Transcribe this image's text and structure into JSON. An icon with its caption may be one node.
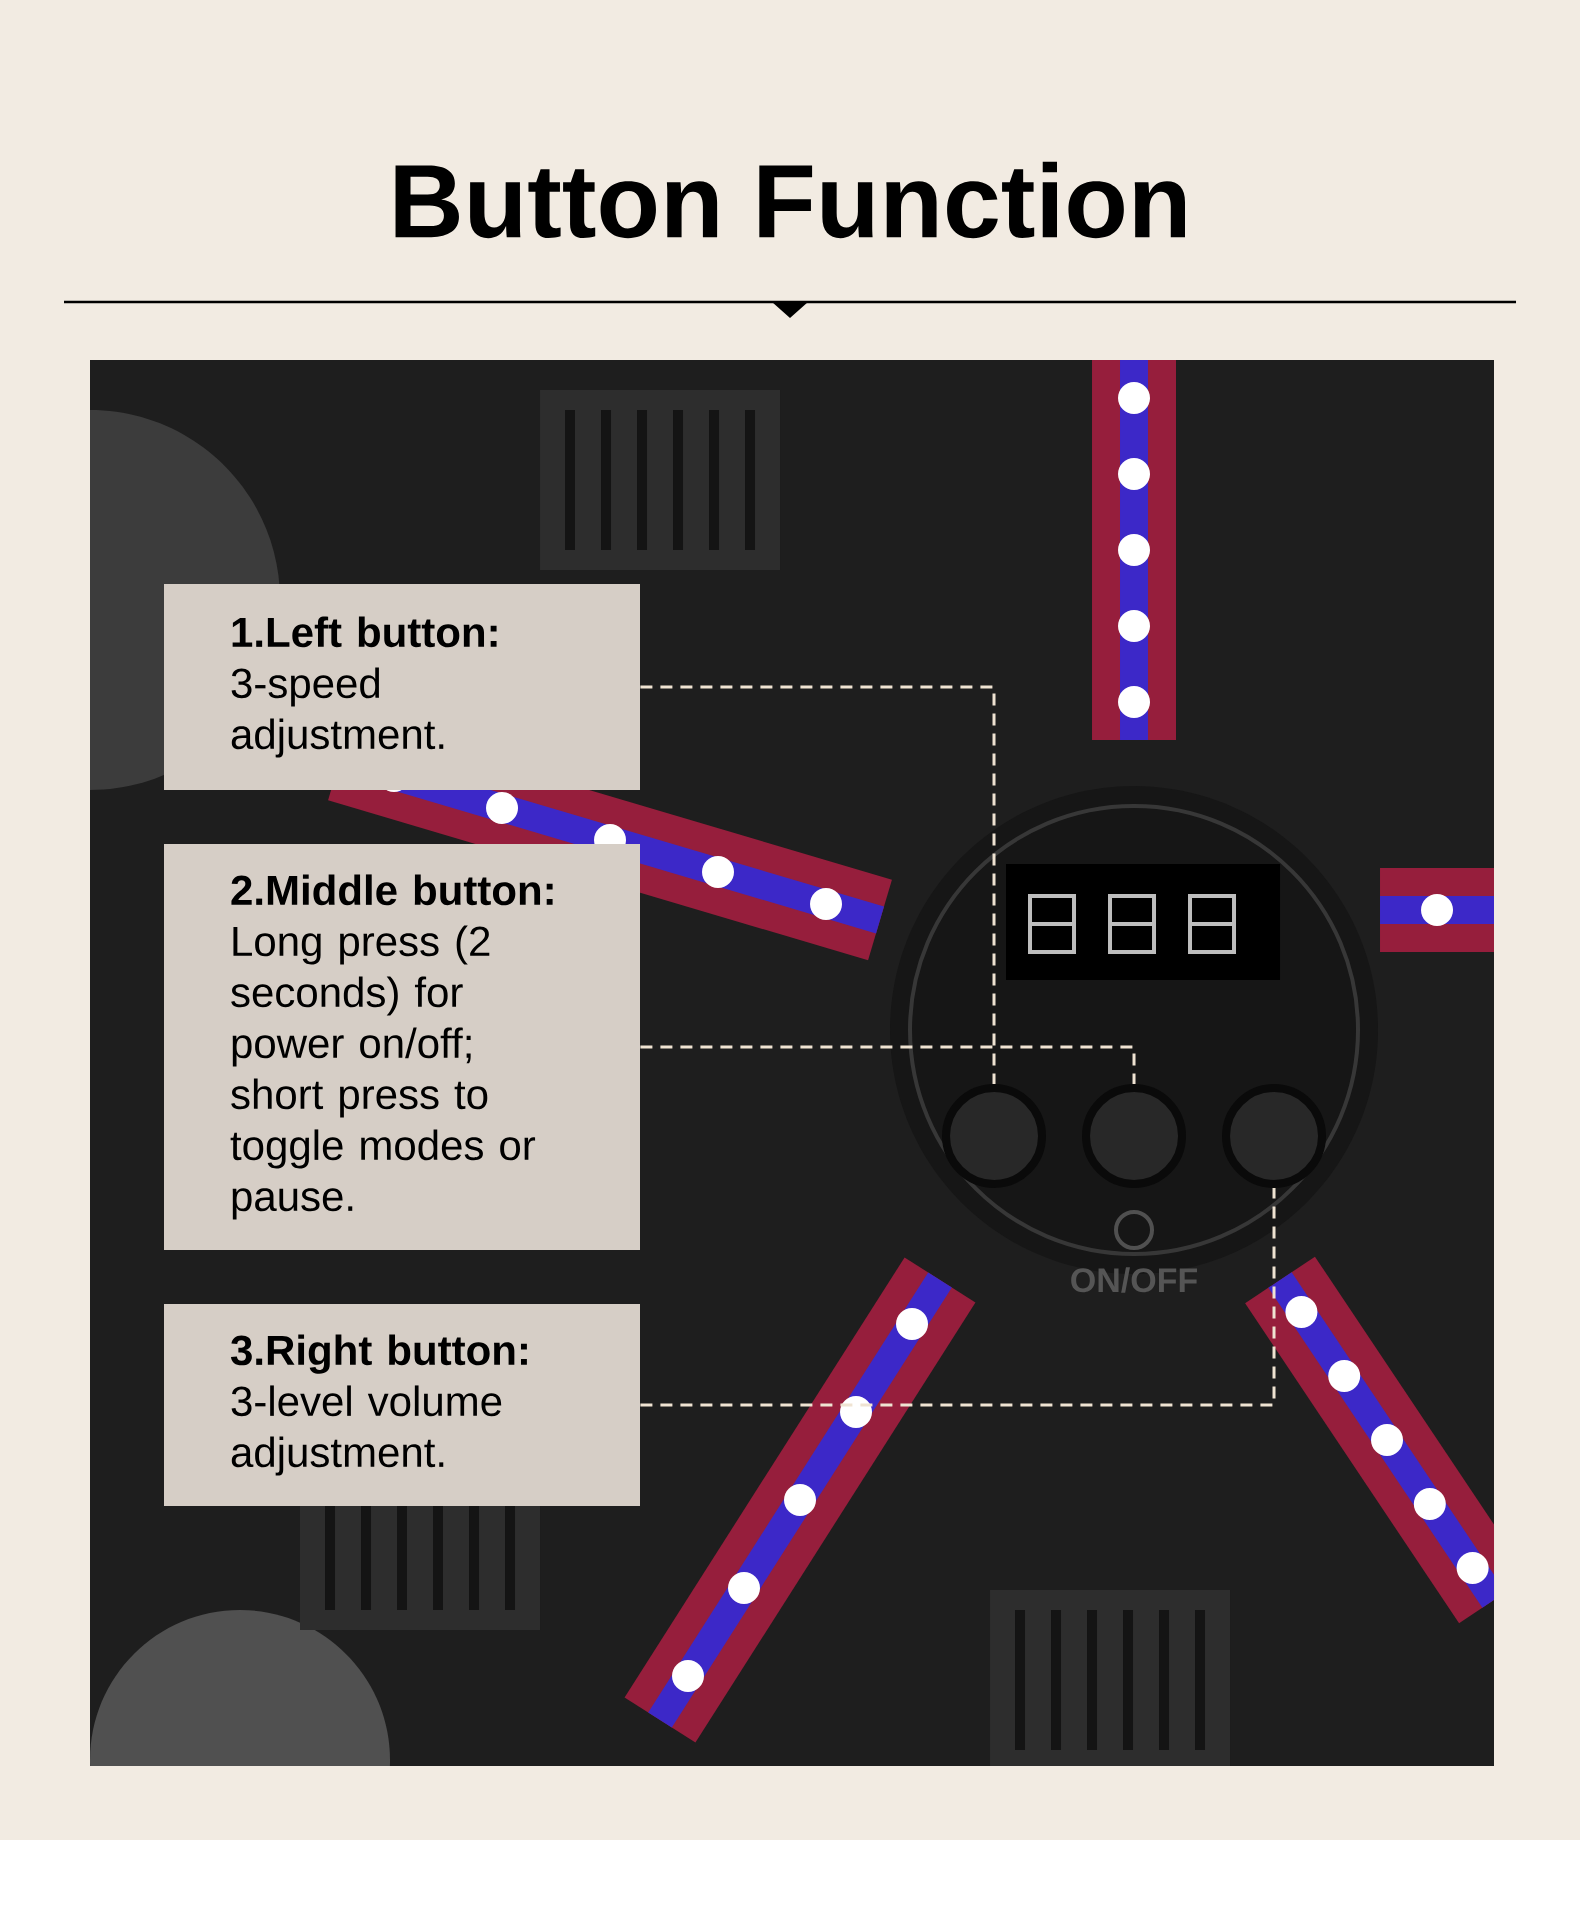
{
  "diagram": {
    "title": "Button Function",
    "nodes": [
      {
        "text": [
          "1.Left button:",
          "3-speed adjustment."
        ]
      },
      {
        "text": [
          "2.Middle button:",
          "Long press (2 seconds) for power on/off; short press to toggle modes or pause."
        ]
      },
      {
        "text": [
          "3.Right button:",
          "3-level volume adjustment."
        ]
      },
      {
        "text": [],
        "shape": "circle"
      },
      {
        "text": [],
        "shape": "circle"
      },
      {
        "text": [],
        "shape": "circle"
      }
    ],
    "edges": [
      {
        "from": 0,
        "to": 3,
        "arrow": "none",
        "style": "dashed"
      },
      {
        "from": 1,
        "to": 4,
        "arrow": "none",
        "style": "dashed"
      },
      {
        "from": 2,
        "to": 5,
        "arrow": "none",
        "style": "dashed"
      }
    ],
    "labels": [
      "ON/OFF"
    ]
  }
}
